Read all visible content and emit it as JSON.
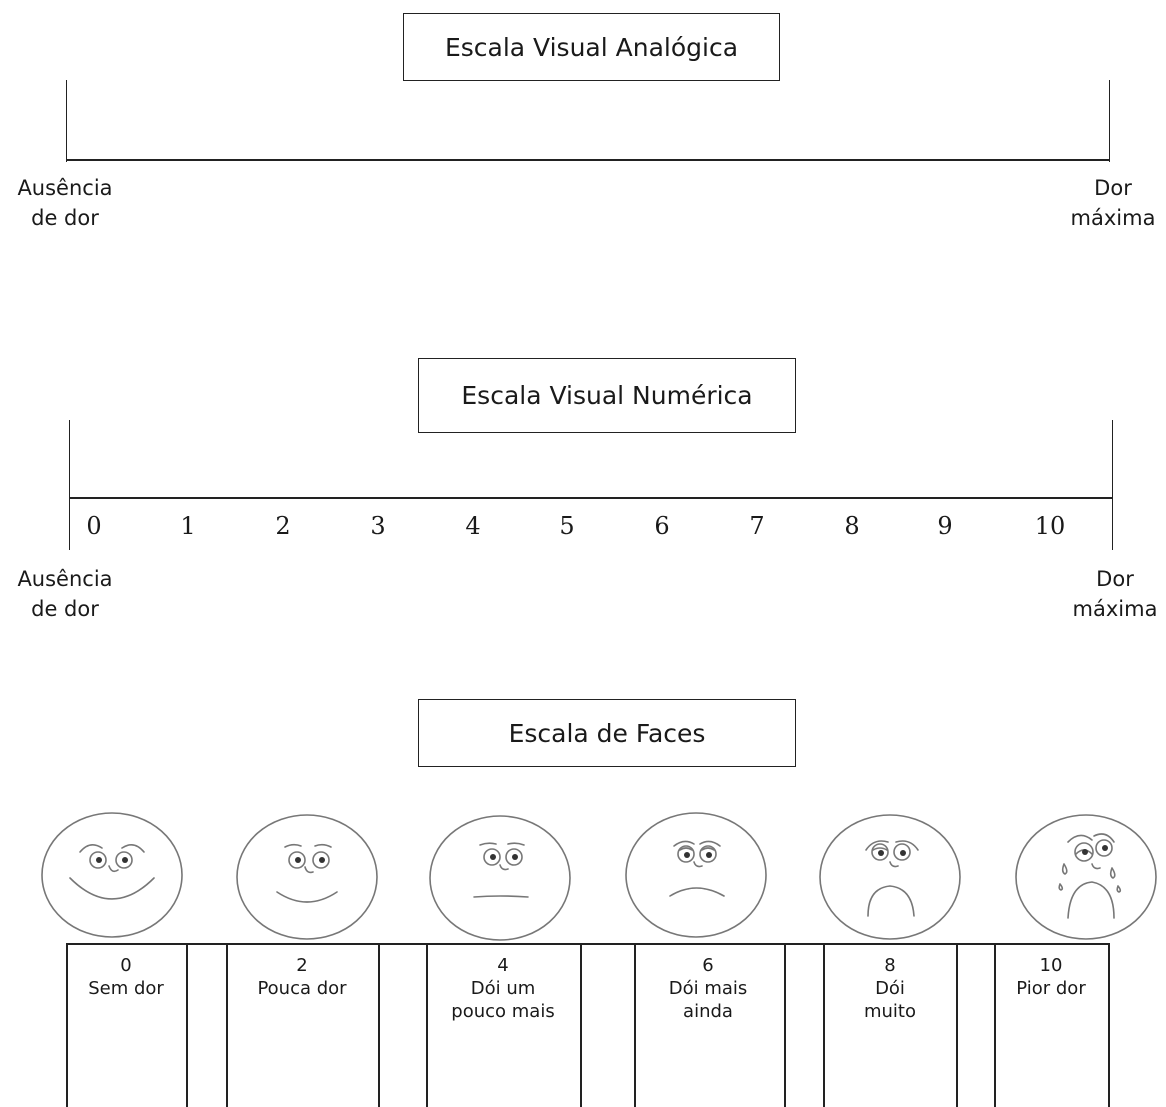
{
  "vas": {
    "title": "Escala Visual Analógica",
    "left_label_1": "Ausência",
    "left_label_2": "de dor",
    "right_label_1": "Dor",
    "right_label_2": "máxima"
  },
  "nrs": {
    "title": "Escala Visual Numérica",
    "numbers": [
      "0",
      "1",
      "2",
      "3",
      "4",
      "5",
      "6",
      "7",
      "8",
      "9",
      "10"
    ],
    "left_label_1": "Ausência",
    "left_label_2": "de dor",
    "right_label_1": "Dor",
    "right_label_2": "máxima"
  },
  "faces": {
    "title": "Escala de Faces",
    "items": [
      {
        "score": "0",
        "line1": "Sem dor",
        "line2": ""
      },
      {
        "score": "2",
        "line1": "Pouca dor",
        "line2": ""
      },
      {
        "score": "4",
        "line1": "Dói um",
        "line2": "pouco mais"
      },
      {
        "score": "6",
        "line1": "Dói  mais",
        "line2": "ainda"
      },
      {
        "score": "8",
        "line1": "Dói",
        "line2": "muito"
      },
      {
        "score": "10",
        "line1": "Pior dor",
        "line2": ""
      }
    ]
  }
}
